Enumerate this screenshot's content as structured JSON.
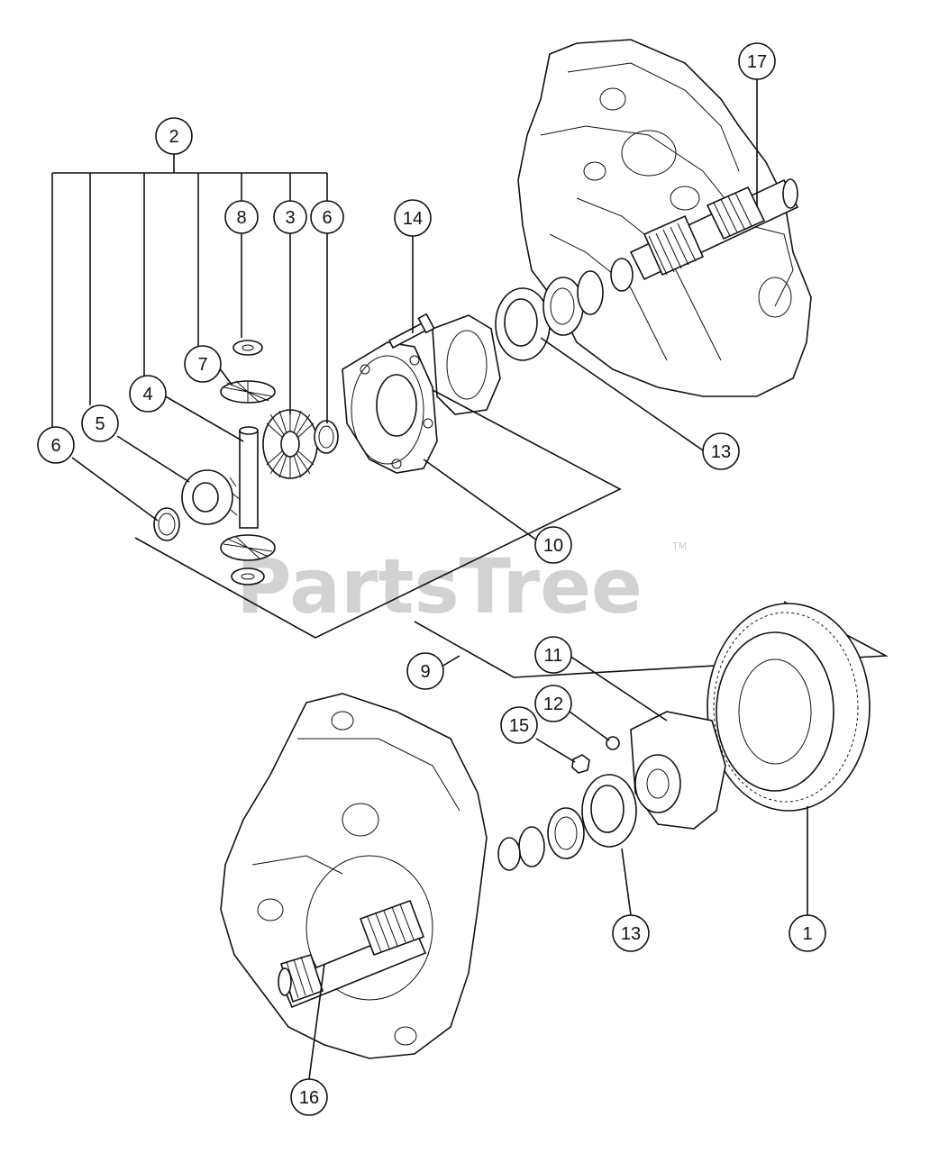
{
  "watermark": {
    "text": "PartsTree",
    "trademark": "TM"
  },
  "callouts": [
    "1",
    "2",
    "3",
    "4",
    "5",
    "6",
    "6",
    "7",
    "8",
    "9",
    "10",
    "11",
    "12",
    "13",
    "13",
    "14",
    "15",
    "16",
    "17"
  ]
}
